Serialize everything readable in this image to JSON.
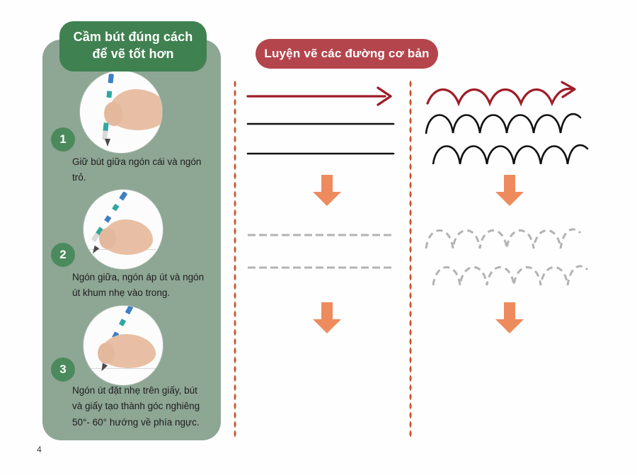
{
  "page": {
    "number": "4",
    "background_color": "#fefefe"
  },
  "sidebar": {
    "panel_color": "#8ea694",
    "header": {
      "background_color": "#3f8150",
      "line1": "Cầm bút đúng cách",
      "line2": "để vẽ tốt hơn"
    },
    "badge_color": "#4b8a5c",
    "steps": [
      {
        "number": "1",
        "photo_alt": "hand-holding-pencil-photo-1",
        "text": "Giữ bút giữa ngón cái và ngón trỏ."
      },
      {
        "number": "2",
        "photo_alt": "hand-holding-pencil-photo-2",
        "text": "Ngón giữa, ngón áp út và ngón út khum nhẹ vào trong."
      },
      {
        "number": "3",
        "photo_alt": "hand-holding-pencil-photo-3",
        "text": "Ngón út đặt nhẹ trên giấy, bút và giấy tạo thành góc nghiêng 50°- 60° hướng về phía ngực."
      }
    ]
  },
  "practice": {
    "header": {
      "label": "Luyện vẽ các đường cơ bản",
      "background_color": "#b4454c"
    },
    "divider_dot_color": "#c9542f",
    "arrow_color": "#ee8b5e",
    "guide_color": "#9f1d27",
    "model_color": "#111111",
    "trace_color": "#b3b3b3",
    "columns": [
      {
        "name": "straight-lines",
        "guide_label": "red-straight-arrow",
        "model_rows": 2,
        "trace_rows": 2,
        "shape": "line"
      },
      {
        "name": "arch-curves",
        "guide_label": "red-arch-arrow",
        "model_rows": 2,
        "trace_rows": 2,
        "shape": "arch",
        "arch_count": 5
      }
    ]
  }
}
